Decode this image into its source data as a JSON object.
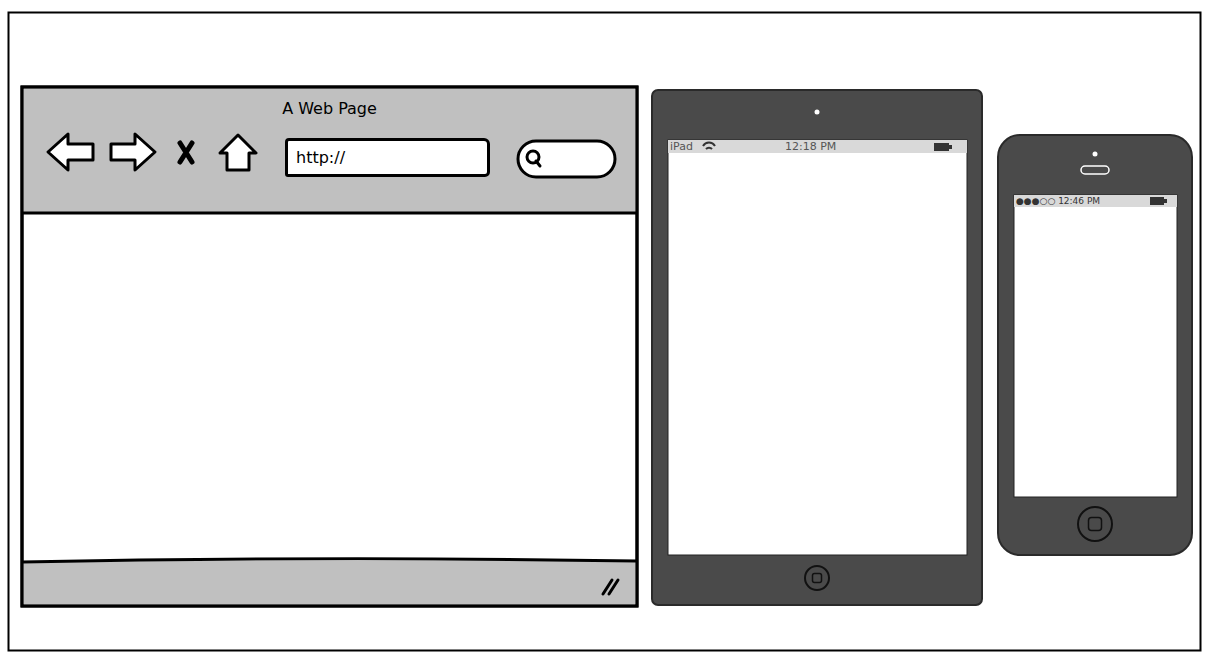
{
  "diagram": {
    "nodes": [
      {
        "text": [
          "A Web Page"
        ]
      },
      {
        "text": [
          "http://"
        ],
        "in": 0
      },
      {
        "text": [
          "iPad",
          "12:18 PM"
        ]
      },
      {
        "text": [
          "●●●○○ 12:46 PM"
        ]
      }
    ]
  }
}
